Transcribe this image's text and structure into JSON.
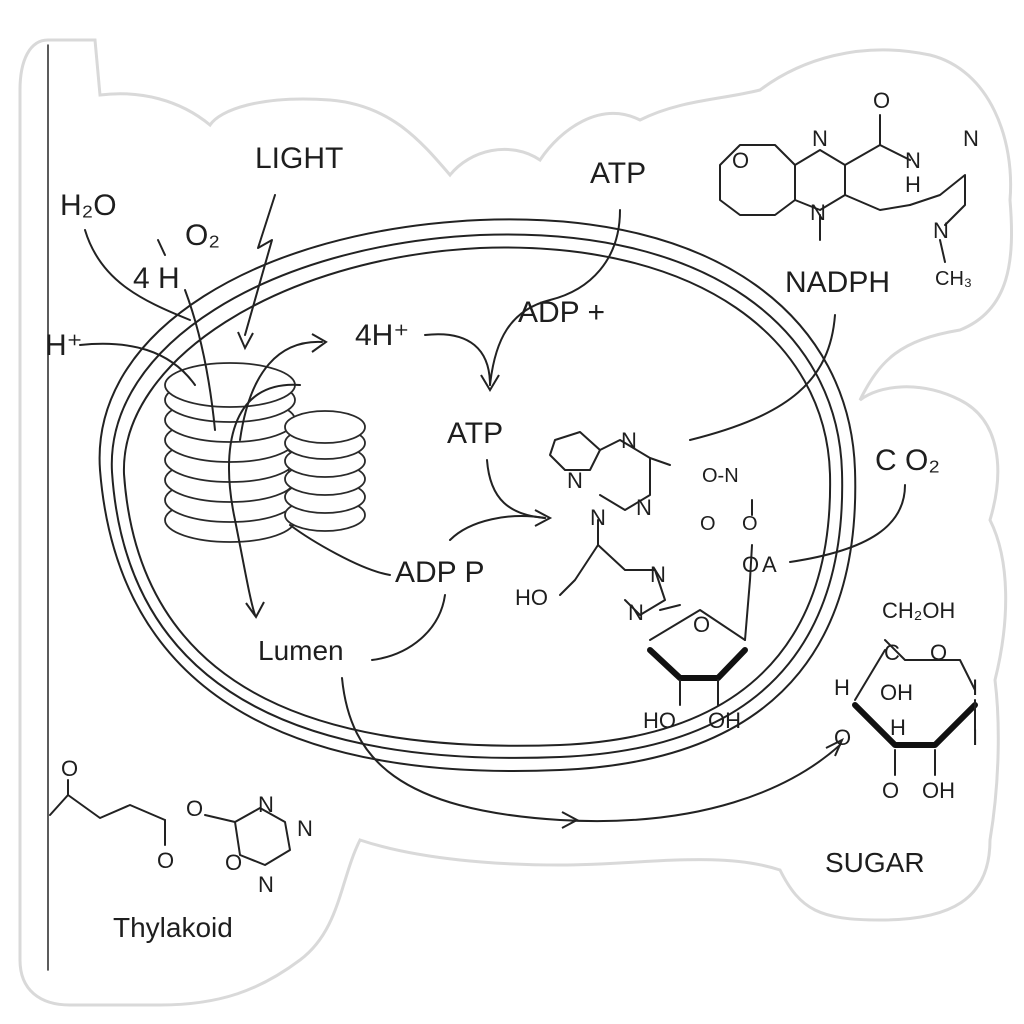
{
  "colors": {
    "ink": "#1e1e1e",
    "paper": "#ffffff",
    "sticker_border": "#d9d9d9"
  },
  "labels": {
    "light": "LIGHT",
    "water": "H₂O",
    "oxygen": "O₂",
    "four_h": "4 H",
    "h_plus": "H⁺",
    "four_h_plus": "4H⁺",
    "atp_top": "ATP",
    "adp_plus": "ADP +",
    "atp_mid": "ATP",
    "nadph": "NADPH",
    "co2": "C O₂",
    "adp_p": "ADP P",
    "lumen": "Lumen",
    "sugar": "SUGAR",
    "thylakoid": "Thylakoid"
  },
  "nadph_molecule": {
    "atoms": [
      "O",
      "N",
      "O",
      "N",
      "N",
      "H",
      "N",
      "N",
      "CH₃"
    ]
  },
  "center_molecule": {
    "atoms": [
      "N",
      "N",
      "N",
      "N",
      "O-N",
      "O",
      "O",
      "HO",
      "O",
      "A",
      "N",
      "N",
      "O",
      "HO",
      "OH"
    ]
  },
  "sugar_molecule": {
    "atoms": [
      "CH₂OH",
      "C",
      "O",
      "H",
      "OH",
      "H",
      "O",
      "I",
      "O",
      "OH",
      "I"
    ]
  },
  "thylakoid_molecule": {
    "atoms": [
      "O",
      "O",
      "N",
      "N",
      "O",
      "O",
      "N"
    ]
  }
}
